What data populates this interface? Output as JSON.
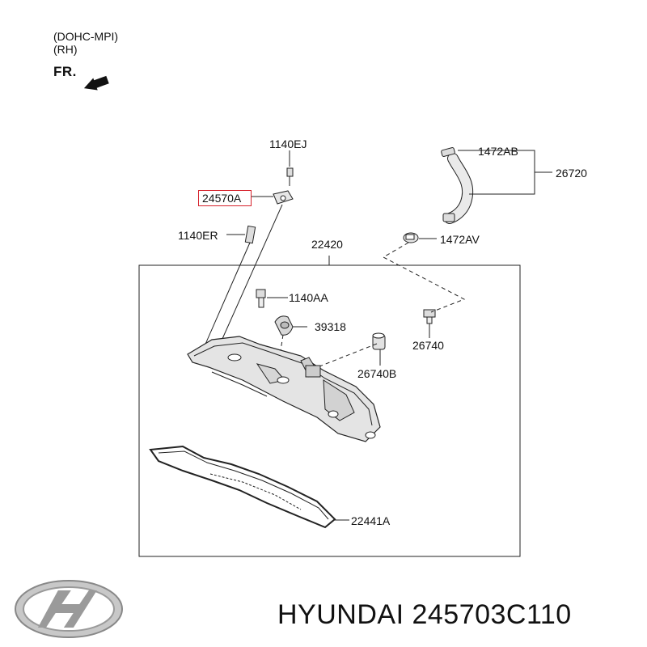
{
  "notes": {
    "engine": "(DOHC-MPI)",
    "side": "(RH)",
    "front_marker": "FR."
  },
  "parts": {
    "p1140EJ": "1140EJ",
    "p24570A": "24570A",
    "p1140ER": "1140ER",
    "p22420": "22420",
    "p1140AA": "1140AA",
    "p39318": "39318",
    "p26740": "26740",
    "p26740B": "26740B",
    "p22441A": "22441A",
    "p1472AB": "1472AB",
    "p26720": "26720",
    "p1472AV": "1472AV"
  },
  "highlight_color": "#d6212b",
  "brand": {
    "logo": "hyundai-logo",
    "caption": "HYUNDAI 245703C110"
  }
}
